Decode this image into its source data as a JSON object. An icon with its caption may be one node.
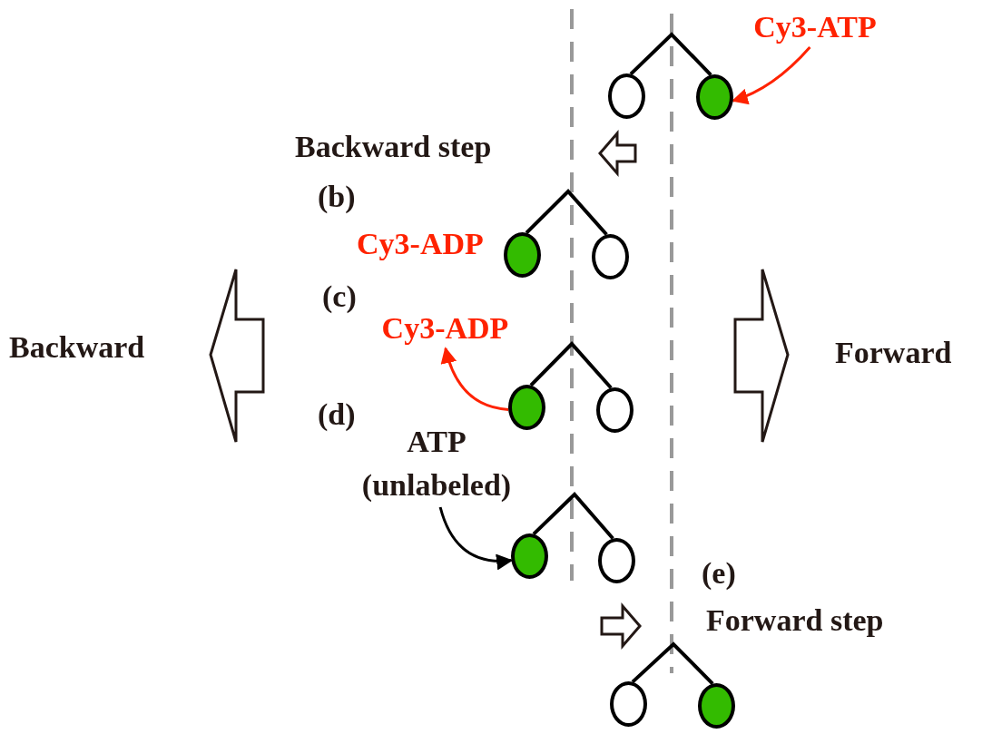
{
  "diagram": {
    "nodes": [
      {
        "text": [
          "Cy3-ATP"
        ]
      },
      {
        "text": [],
        "shape": "circle"
      },
      {
        "text": [],
        "shape": "circle"
      },
      {
        "text": [],
        "shape": "circle"
      },
      {
        "text": [],
        "shape": "circle"
      },
      {
        "text": [
          "Cy3-ADP"
        ]
      },
      {
        "text": [],
        "shape": "circle"
      },
      {
        "text": [],
        "shape": "circle"
      },
      {
        "text": [
          "ATP (unlabeled)"
        ]
      },
      {
        "text": [],
        "shape": "circle"
      },
      {
        "text": [],
        "shape": "circle"
      },
      {
        "text": [],
        "shape": "circle"
      },
      {
        "text": [],
        "shape": "circle"
      }
    ],
    "edges": [
      {
        "from": 0,
        "to": 2,
        "arrow": "to",
        "color": "#ff2200"
      },
      {
        "from": 6,
        "to": 5,
        "arrow": "to",
        "color": "#ff2200"
      },
      {
        "from": 8,
        "to": 9,
        "arrow": "to",
        "color": "#000000"
      },
      {
        "from": 1,
        "to": 2,
        "arrow": "none",
        "color": "#000000"
      },
      {
        "from": 3,
        "to": 4,
        "arrow": "none",
        "color": "#000000"
      },
      {
        "from": 6,
        "to": 7,
        "arrow": "none",
        "color": "#000000"
      },
      {
        "from": 9,
        "to": 10,
        "arrow": "none",
        "color": "#000000"
      },
      {
        "from": 11,
        "to": 12,
        "arrow": "none",
        "color": "#000000"
      }
    ],
    "labels": [
      "Backward step",
      "(b)",
      "Cy3-ADP",
      "(c)",
      "Backward",
      "Forward",
      "(d)",
      "(e)",
      "Forward step"
    ]
  }
}
